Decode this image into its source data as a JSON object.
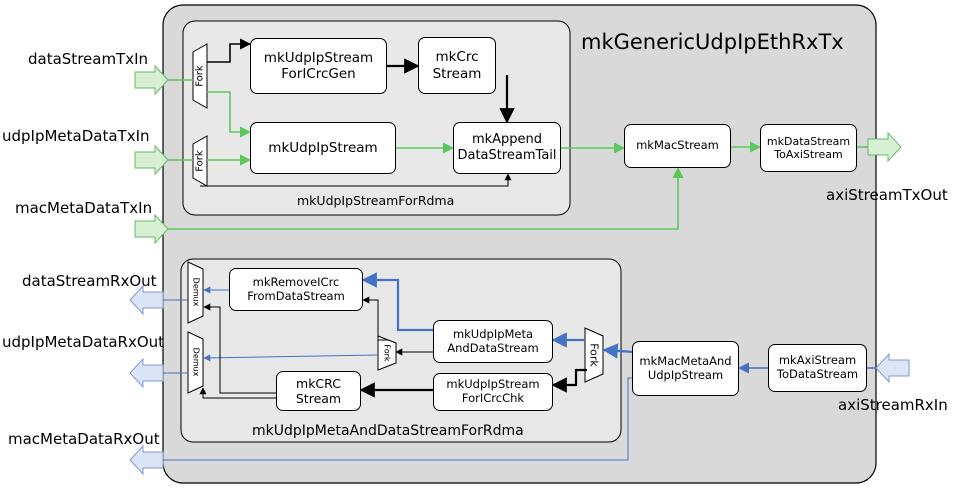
{
  "title": "mkGenericUdpIpEthRxTx",
  "tx": {
    "group_label": "mkUdpIpStreamForRdma",
    "ports": {
      "data_stream_in": "dataStreamTxIn",
      "udp_ip_meta_in": "udpIpMetaDataTxIn",
      "mac_meta_in": "macMetaDataTxIn",
      "axi_stream_out": "axiStreamTxOut"
    },
    "fork_label": "Fork",
    "blocks": {
      "crc_gen": [
        "mkUdpIpStream",
        "ForICrcGen"
      ],
      "crc_stream": [
        "mkCrc",
        "Stream"
      ],
      "udp_ip_stream": "mkUdpIpStream",
      "append_tail": [
        "mkAppend",
        "DataStreamTail"
      ],
      "mac_stream": "mkMacStream",
      "to_axi": [
        "mkDataStream",
        "ToAxiStream"
      ]
    }
  },
  "rx": {
    "group_label": "mkUdpIpMetaAndDataStreamForRdma",
    "ports": {
      "data_stream_out": "dataStreamRxOut",
      "udp_ip_meta_out": "udpIpMetaDataRxOut",
      "mac_meta_out": "macMetaDataRxOut",
      "axi_stream_in": "axiStreamRxIn"
    },
    "demux_label": "Demux",
    "fork_label": "Fork",
    "blocks": {
      "remove_icrc": [
        "mkRemoveICrc",
        "FromDataStream"
      ],
      "meta_and_data": [
        "mkUdpIpMeta",
        "AndDataStream"
      ],
      "crc_stream": [
        "mkCRC",
        "Stream"
      ],
      "crc_chk": [
        "mkUdpIpStream",
        "ForICrcChk"
      ],
      "mac_meta_udp_ip": [
        "mkMacMetaAnd",
        "UdpIpStream"
      ],
      "axi_to_data": [
        "mkAxiStream",
        "ToDataStream"
      ]
    }
  },
  "colors": {
    "outer_bg": "#d9d9d9",
    "inner_bg": "#e8e8e8",
    "tx_wire": "#5cc85c",
    "tx_port_fill": "#d7efd2",
    "tx_port_stroke": "#69b86a",
    "rx_wire": "#4472c4",
    "rx_port_fill": "#dbe5f6",
    "rx_port_stroke": "#7c9ad0",
    "control_wire": "#000000"
  }
}
